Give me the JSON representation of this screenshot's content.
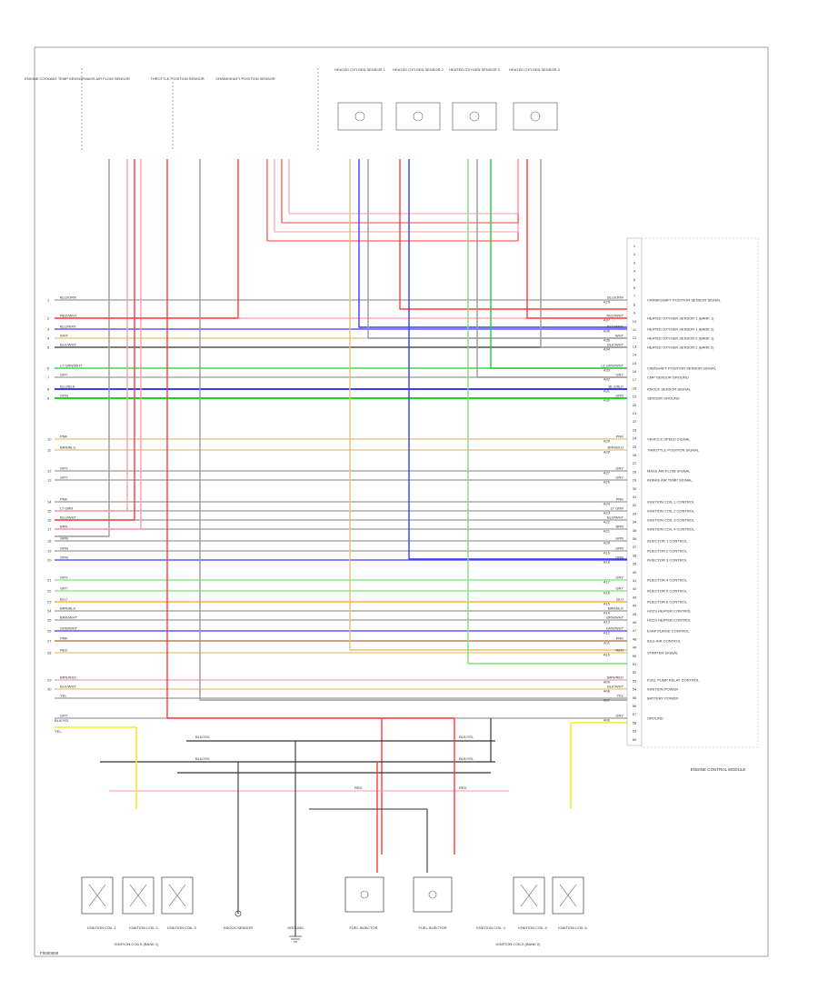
{
  "diagram": {
    "frame_code": "F0000000",
    "ecm_label": "ENGINE CONTROL MODULE",
    "left_pins": [
      "1",
      "2",
      "3",
      "4",
      "5",
      "6",
      "7",
      "8",
      "9",
      "10",
      "11",
      "12",
      "13",
      "14",
      "15",
      "16",
      "17",
      "18",
      "19",
      "20",
      "21",
      "22",
      "23",
      "24",
      "25",
      "26",
      "27",
      "28",
      "29",
      "30"
    ],
    "right_pins": [
      "1",
      "2",
      "3",
      "4",
      "5",
      "6",
      "7",
      "8",
      "9",
      "10",
      "11",
      "12",
      "13",
      "14",
      "15",
      "16",
      "17",
      "18",
      "19",
      "20",
      "21",
      "22",
      "23",
      "24",
      "25",
      "26",
      "27",
      "28",
      "29",
      "30",
      "31",
      "32",
      "33",
      "34",
      "35",
      "36",
      "37",
      "38",
      "39",
      "40",
      "41",
      "42",
      "43",
      "44",
      "45",
      "46",
      "47",
      "48",
      "49",
      "50",
      "51",
      "52",
      "53",
      "54",
      "55",
      "56",
      "57",
      "58",
      "59",
      "60"
    ],
    "harness_rows": [
      {
        "wire": "BLU/ORN",
        "pin": "A25",
        "func": "CRANKSHAFT POSITION SENSOR SIGNAL"
      },
      {
        "wire": "RED/WHT",
        "pin": "A37",
        "func": "HEATED OXYGEN SENSOR 1 (BANK 1)"
      },
      {
        "wire": "BLU/WHT",
        "pin": "A36",
        "func": "HEATED OXYGEN SENSOR 1 (BANK 2)"
      },
      {
        "wire": "WHT",
        "pin": "A35",
        "func": "HEATED OXYGEN SENSOR 2 (BANK 1)"
      },
      {
        "wire": "BLK/WHT",
        "pin": "A34",
        "func": "HEATED OXYGEN SENSOR 2 (BANK 2)"
      },
      {
        "wire": "LT GRN/WHT",
        "pin": "A33",
        "func": "CAMSHAFT POSITION SENSOR SIGNAL"
      },
      {
        "wire": "GRY",
        "pin": "A32",
        "func": "CMP SENSOR GROUND"
      },
      {
        "wire": "BLU/BLK",
        "pin": "A31",
        "func": "KNOCK SENSOR SIGNAL"
      },
      {
        "wire": "GRN",
        "pin": "A30",
        "func": "SENSOR GROUND"
      },
      {
        "wire": "PNK",
        "pin": "A29",
        "func": "VEHICLE SPEED SIGNAL"
      },
      {
        "wire": "BRN/BLU",
        "pin": "A28",
        "func": "THROTTLE POSITION SIGNAL"
      },
      {
        "wire": "GRY",
        "pin": "A27",
        "func": "MASS AIR FLOW SIGNAL"
      },
      {
        "wire": "GRY",
        "pin": "A26",
        "func": "INTAKE AIR TEMP SIGNAL"
      },
      {
        "wire": "PNK",
        "pin": "A24",
        "func": "IGNITION COIL 1 CONTROL"
      },
      {
        "wire": "LT GRN",
        "pin": "A23",
        "func": "IGNITION COIL 2 CONTROL"
      },
      {
        "wire": "BLU/WHT",
        "pin": "A22",
        "func": "IGNITION COIL 3 CONTROL"
      },
      {
        "wire": "BRN",
        "pin": "A21",
        "func": "IGNITION COIL 4 CONTROL"
      },
      {
        "wire": "GRN",
        "pin": "A20",
        "func": "INJECTOR 1 CONTROL"
      },
      {
        "wire": "GRN",
        "pin": "A19",
        "func": "INJECTOR 2 CONTROL"
      },
      {
        "wire": "ORN",
        "pin": "A18",
        "func": "INJECTOR 3 CONTROL"
      },
      {
        "wire": "GRY",
        "pin": "A17",
        "func": "INJECTOR 4 CONTROL"
      },
      {
        "wire": "GRY",
        "pin": "A16",
        "func": "INJECTOR 5 CONTROL"
      },
      {
        "wire": "BLU",
        "pin": "A15",
        "func": "INJECTOR 6 CONTROL"
      },
      {
        "wire": "BRN/BLK",
        "pin": "A14",
        "func": "HO2S HEATER CONTROL"
      },
      {
        "wire": "BRN/WHT",
        "pin": "A13",
        "func": "HO2S HEATER CONTROL"
      },
      {
        "wire": "GRN/WHT",
        "pin": "A12",
        "func": "EVAP PURGE CONTROL"
      },
      {
        "wire": "PNK",
        "pin": "A11",
        "func": "IDLE AIR CONTROL"
      },
      {
        "wire": "RED",
        "pin": "A10",
        "func": "STARTER SIGNAL"
      },
      {
        "wire": "BRN/RED",
        "pin": "A09",
        "func": "FUEL PUMP RELAY CONTROL"
      },
      {
        "wire": "BLK/WHT",
        "pin": "A08",
        "func": "IGNITION POWER"
      },
      {
        "wire": "YEL",
        "pin": "A07",
        "func": "BATTERY POWER"
      },
      {
        "wire": "GRY",
        "pin": "A06",
        "func": "GROUND"
      }
    ],
    "top_components": [
      {
        "text": "ENGINE COOLANT TEMP SENSOR"
      },
      {
        "text": "MASS AIR FLOW SENSOR"
      },
      {
        "text": "THROTTLE POSITION SENSOR"
      },
      {
        "text": "CRANKSHAFT POSITION SENSOR"
      },
      {
        "text": "HEATED OXYGEN SENSOR 1"
      },
      {
        "text": "HEATED OXYGEN SENSOR 2"
      },
      {
        "text": "HEATED OXYGEN SENSOR 3"
      },
      {
        "text": "HEATED OXYGEN SENSOR 4"
      }
    ],
    "bottom_components": [
      {
        "text": "IGNITION COIL 1"
      },
      {
        "text": "IGNITION COIL 2"
      },
      {
        "text": "IGNITION COIL 3"
      },
      {
        "text": "KNOCK SENSOR"
      },
      {
        "text": "GROUND"
      },
      {
        "text": "FUEL INJECTOR"
      },
      {
        "text": "FUEL INJECTOR"
      },
      {
        "text": "IGNITION COIL 4"
      },
      {
        "text": "IGNITION COIL 5"
      },
      {
        "text": "IGNITION COIL 6"
      }
    ],
    "bottom_groups": [
      {
        "text": "IGNITION COILS (BANK 1)"
      },
      {
        "text": "IGNITION COILS (BANK 2)"
      }
    ],
    "wire_tags": [
      {
        "text": "BLK/YEL"
      },
      {
        "text": "BLK/YEL"
      },
      {
        "text": "RED"
      },
      {
        "text": "BLK/YEL"
      },
      {
        "text": "BLK/YEL"
      },
      {
        "text": "RED"
      },
      {
        "text": "BLK/YEL"
      },
      {
        "text": "YEL"
      }
    ]
  },
  "wire_colors": {
    "red": "#ff3b3b",
    "pink": "#ff9aa8",
    "blue": "#3b3bff",
    "green": "#22cc33",
    "lightgreen": "#7ee07e",
    "orange": "#ff9a2a",
    "tan": "#e6c07a",
    "yellow": "#f5ea2a",
    "gray": "#9a9a9a",
    "black": "#333333",
    "brown": "#a0703a"
  }
}
